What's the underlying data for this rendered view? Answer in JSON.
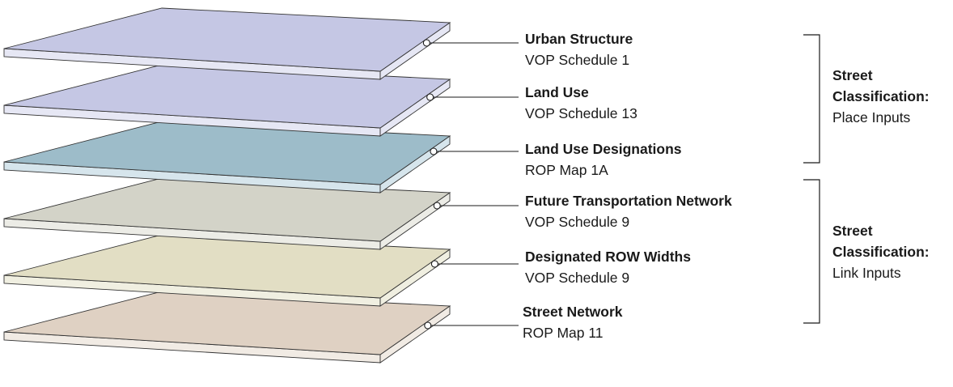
{
  "layers": [
    {
      "name": "Urban Structure",
      "source": "VOP Schedule 1",
      "top_color": "#c5c7e4",
      "side_color": "#e6e7f4"
    },
    {
      "name": "Land Use",
      "source": "VOP Schedule 13",
      "top_color": "#c5c7e4",
      "side_color": "#e6e7f4"
    },
    {
      "name": "Land Use Designations",
      "source": "ROP Map 1A",
      "top_color": "#9dbcc9",
      "side_color": "#d6e5ec"
    },
    {
      "name": "Future Transportation Network",
      "source": "VOP Schedule 9",
      "top_color": "#d3d3c8",
      "side_color": "#ececE6"
    },
    {
      "name": "Designated ROW Widths",
      "source": "VOP Schedule 9",
      "top_color": "#e2dec4",
      "side_color": "#f0efe1"
    },
    {
      "name": "Street Network",
      "source": "ROP Map 11",
      "top_color": "#dfd1c3",
      "side_color": "#f1ebe4"
    }
  ],
  "groups": [
    {
      "line1": "Street",
      "line2": "Classification:",
      "line3": "Place Inputs"
    },
    {
      "line1": "Street",
      "line2": "Classification:",
      "line3": "Link Inputs"
    }
  ]
}
